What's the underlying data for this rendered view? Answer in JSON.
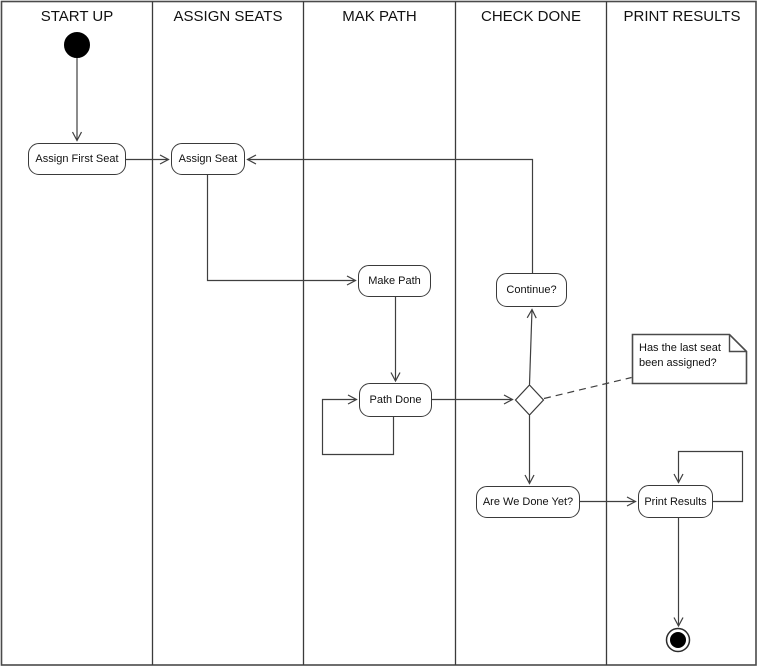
{
  "diagram": {
    "kind": "uml-activity-swimlane-diagram",
    "lanes": [
      {
        "id": "start-up",
        "label": "START UP"
      },
      {
        "id": "assign-seats",
        "label": "ASSIGN SEATS"
      },
      {
        "id": "mak-path",
        "label": "MAK PATH"
      },
      {
        "id": "check-done",
        "label": "CHECK DONE"
      },
      {
        "id": "print-results",
        "label": "PRINT RESULTS"
      }
    ],
    "nodes": {
      "start": {
        "type": "initial-node",
        "lane": "START UP"
      },
      "assign_first_seat": {
        "label": "Assign First Seat",
        "lane": "START UP"
      },
      "assign_seat": {
        "label": "Assign Seat",
        "lane": "ASSIGN SEATS"
      },
      "make_path": {
        "label": "Make Path",
        "lane": "MAK PATH"
      },
      "path_done": {
        "label": "Path Done",
        "lane": "MAK PATH"
      },
      "continue_q": {
        "label": "Continue?",
        "lane": "CHECK DONE"
      },
      "decision": {
        "type": "decision-diamond",
        "lane": "CHECK DONE"
      },
      "are_we_done_yet": {
        "label": "Are We Done Yet?",
        "lane": "CHECK DONE"
      },
      "print_results": {
        "label": "Print Results",
        "lane": "PRINT RESULTS"
      },
      "end": {
        "type": "final-node",
        "lane": "PRINT RESULTS"
      }
    },
    "note": {
      "text": "Has the last seat been assigned?",
      "attached_to": "decision"
    },
    "edges": [
      {
        "from": "start",
        "to": "assign_first_seat"
      },
      {
        "from": "assign_first_seat",
        "to": "assign_seat"
      },
      {
        "from": "assign_seat",
        "to": "make_path"
      },
      {
        "from": "make_path",
        "to": "path_done"
      },
      {
        "from": "path_done",
        "to": "path_done",
        "style": "self-loop"
      },
      {
        "from": "path_done",
        "to": "decision"
      },
      {
        "from": "decision",
        "to": "continue_q"
      },
      {
        "from": "continue_q",
        "to": "assign_seat"
      },
      {
        "from": "decision",
        "to": "are_we_done_yet"
      },
      {
        "from": "are_we_done_yet",
        "to": "print_results"
      },
      {
        "from": "print_results",
        "to": "print_results",
        "style": "self-loop"
      },
      {
        "from": "print_results",
        "to": "end"
      },
      {
        "from": "decision",
        "to": "note",
        "style": "dashed"
      }
    ],
    "colors": {
      "background": "#ffffff",
      "frame": "#4a4a4a",
      "lane_divider": "#3b3b3b",
      "edge_stroke": "#3f3f3f",
      "node_border": "#3a3a3a",
      "node_fill": "#ffffff",
      "text": "#111111",
      "start_fill": "#000000",
      "end_fill": "#000000"
    }
  }
}
